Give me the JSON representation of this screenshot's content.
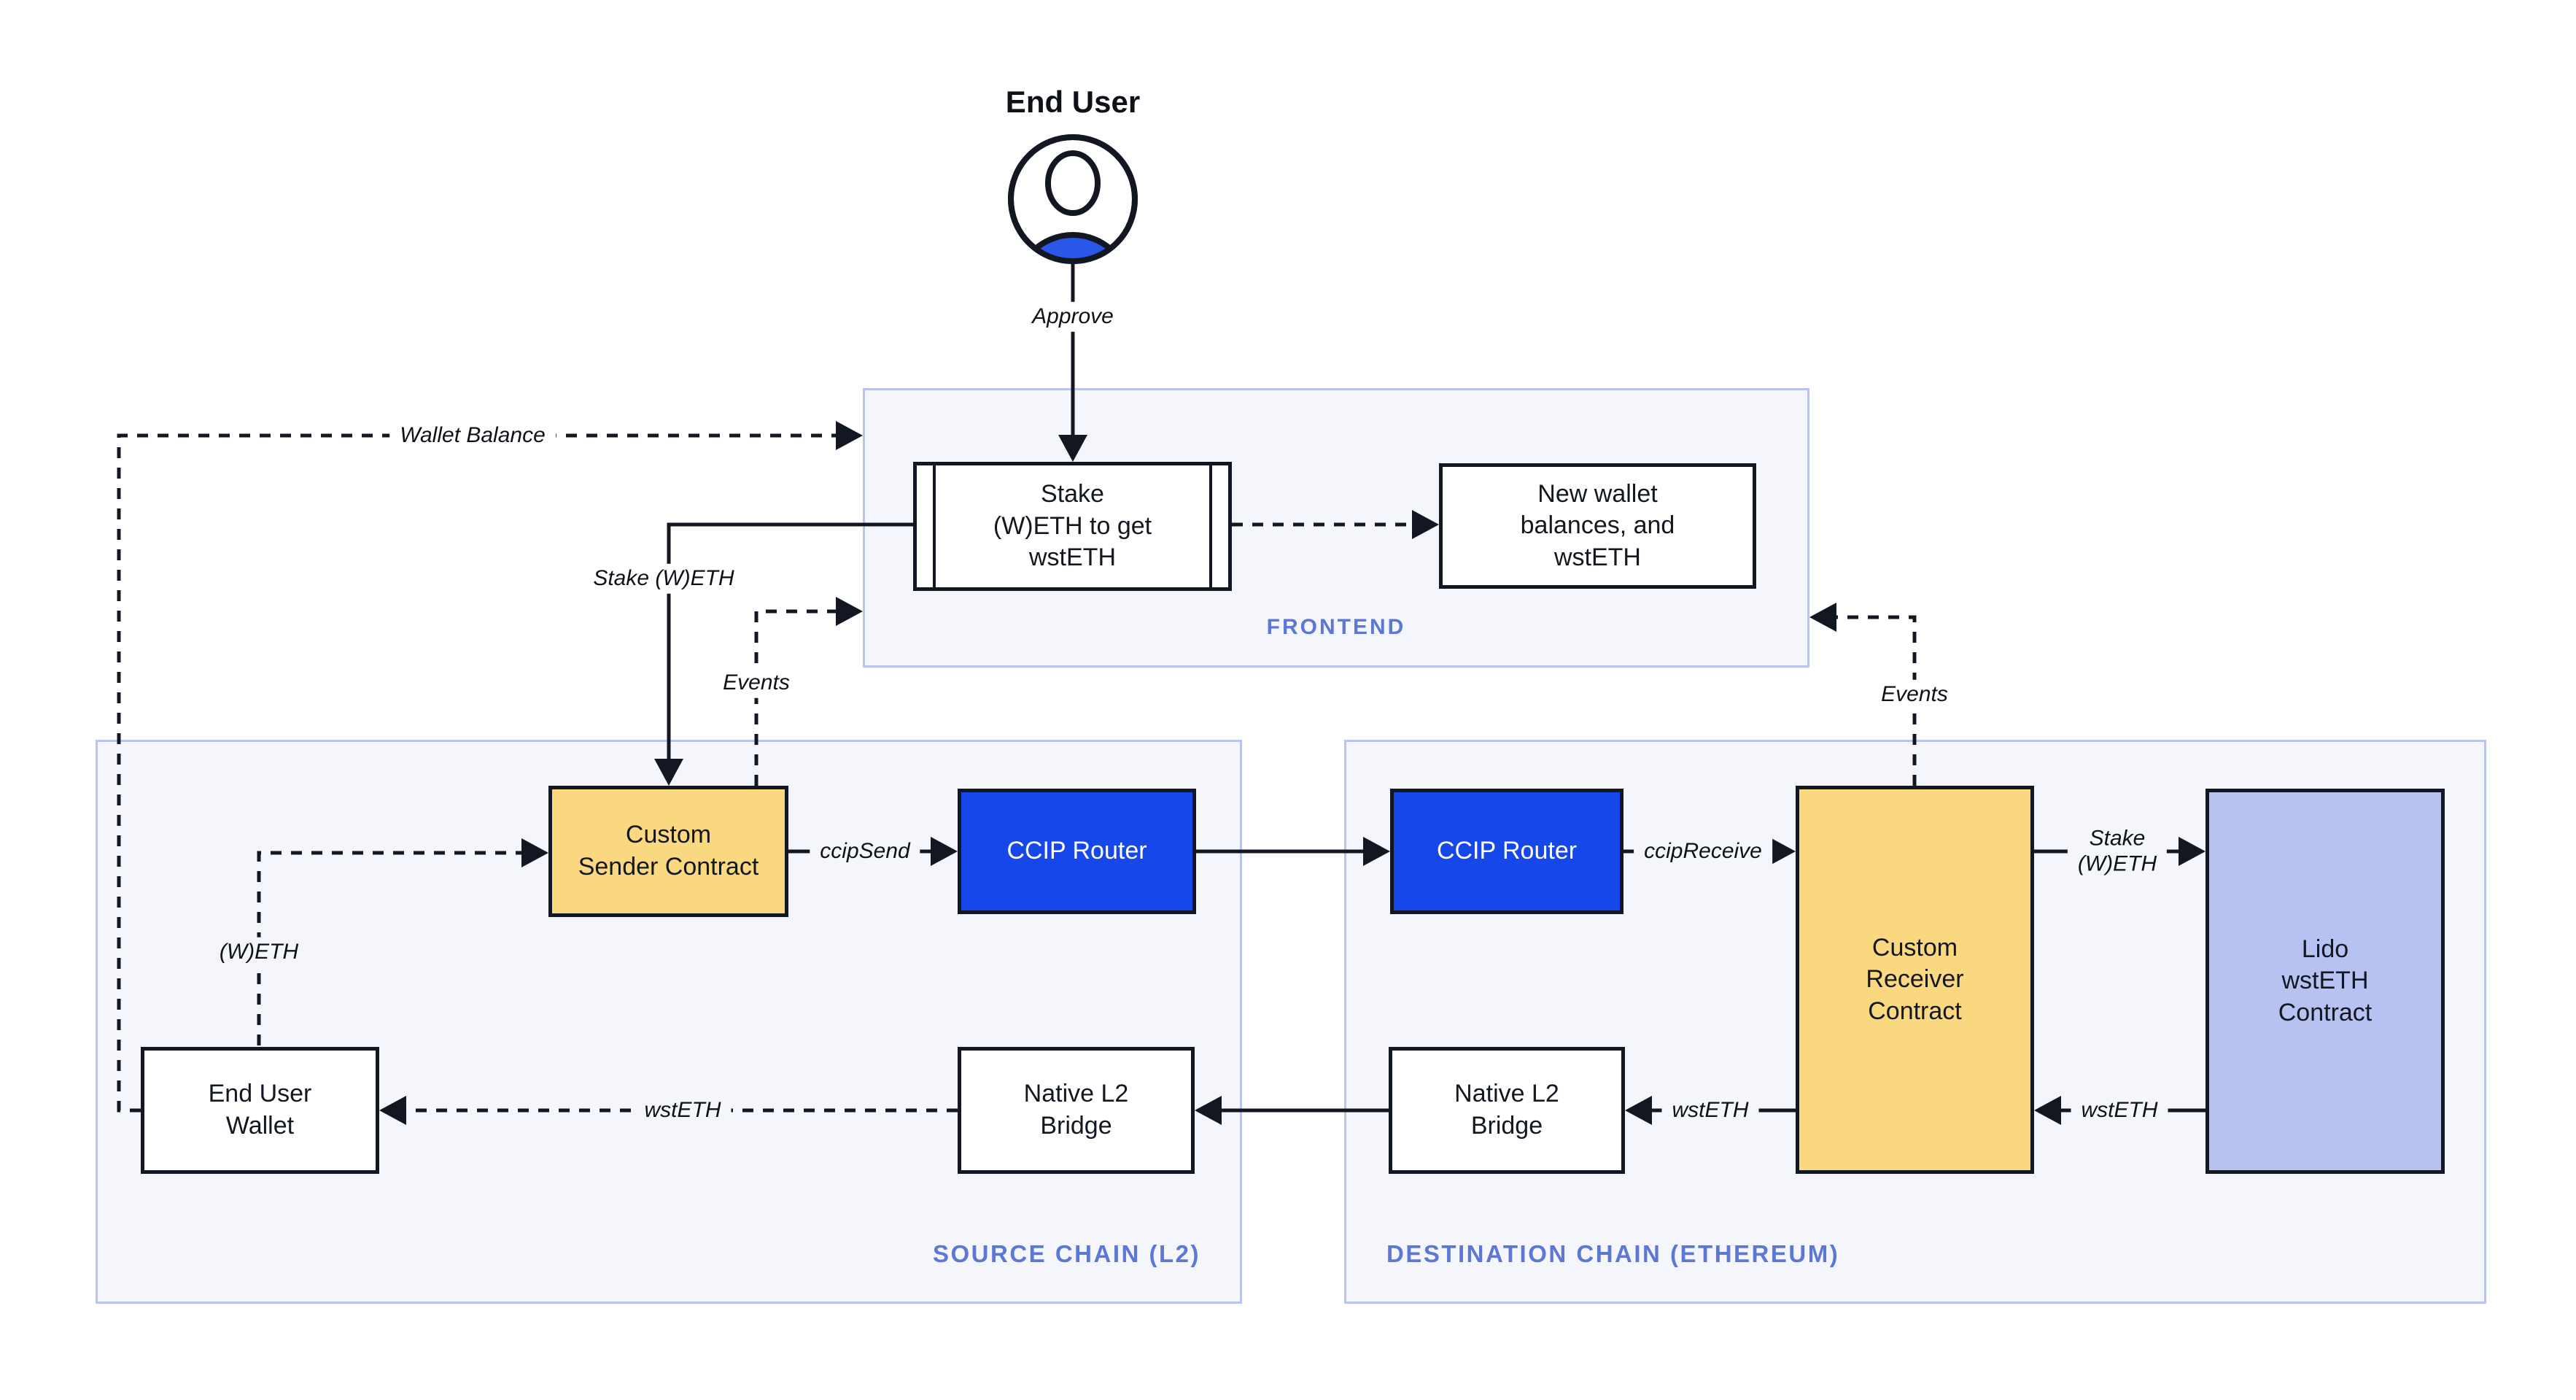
{
  "colors": {
    "ink": "#131722",
    "accent_blue": "#1647E8",
    "box_yellow": "#F9D880",
    "box_lavender": "#B7C2F0",
    "container_fill": "#F5F6FC",
    "container_border": "#B9C4EF",
    "label_blue": "#5C77D4",
    "icon_blue": "#2B57E8"
  },
  "end_user": {
    "title": "End User",
    "approve": "Approve"
  },
  "frontend": {
    "label": "FRONTEND",
    "stake_box": "Stake\n(W)ETH to get\nwstETH",
    "new_wallet_box": "New wallet\nbalances, and\nwstETH"
  },
  "source_chain": {
    "label": "SOURCE CHAIN (L2)",
    "custom_sender": "Custom\nSender Contract",
    "ccip_router": "CCIP Router",
    "end_user_wallet": "End User\nWallet",
    "native_l2_bridge": "Native L2\nBridge"
  },
  "destination_chain": {
    "label": "DESTINATION CHAIN (ETHEREUM)",
    "ccip_router": "CCIP Router",
    "custom_receiver": "Custom\nReceiver\nContract",
    "lido_contract": "Lido\nwstETH\nContract",
    "native_l2_bridge": "Native L2\nBridge"
  },
  "edge_labels": {
    "wallet_balance": "Wallet Balance",
    "stake_weth": "Stake (W)ETH",
    "events_left": "Events",
    "events_right": "Events",
    "ccip_send": "ccipSend",
    "ccip_receive": "ccipReceive",
    "stake_weth_dest": "Stake\n(W)ETH",
    "wsteth_lido": "wstETH",
    "wsteth_receiver": "wstETH",
    "wsteth_bridge": "wstETH",
    "weth": "(W)ETH"
  }
}
